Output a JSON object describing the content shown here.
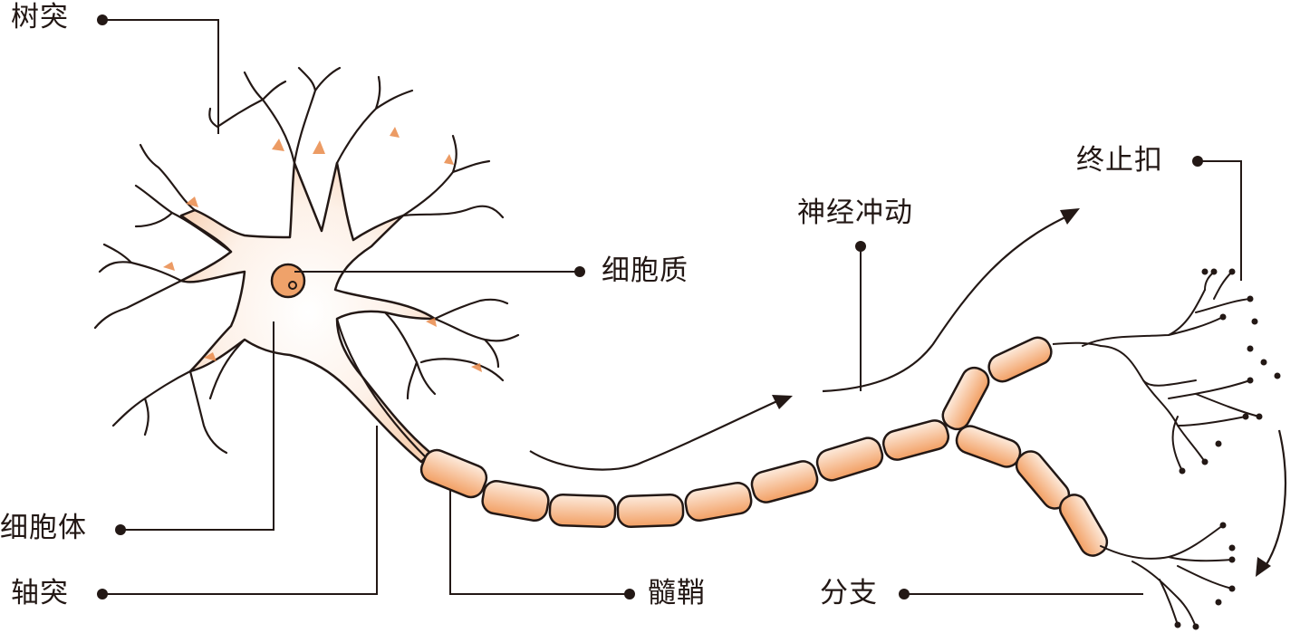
{
  "title": "神经元结构示意图",
  "labels": {
    "dendrite": "树突",
    "cytoplasm": "细胞质",
    "nerve_impulse": "神经冲动",
    "axon_terminal": "终止扣",
    "cell_body": "细胞体",
    "axon": "轴突",
    "myelin_sheath": "髓鞘",
    "branch": "分支"
  },
  "colors": {
    "outline": "#231815",
    "myelin_fill": "#f4a66e",
    "myelin_light": "#fde7d6",
    "dendrite_accent": "#e98a4a",
    "soma_fill": "#fdeee3",
    "nucleus_fill": "#efa26a"
  }
}
